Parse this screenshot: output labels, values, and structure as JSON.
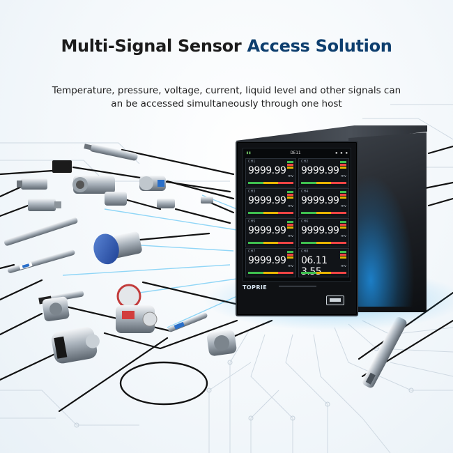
{
  "headline": {
    "part1": "Multi-Signal Sensor ",
    "part2": "Access Solution",
    "accent_color": "#0d3e6e"
  },
  "subtext": {
    "line1": "Temperature, pressure, voltage, current, liquid level and other signals can",
    "line2": "an be accessed simultaneously through one host"
  },
  "device": {
    "brand": "TOPRIE",
    "screen_title": "DE11",
    "panels": [
      {
        "channel": "CH1",
        "value": "9999.99",
        "unit": "mv"
      },
      {
        "channel": "CH2",
        "value": "9999.99",
        "unit": "mv"
      },
      {
        "channel": "CH3",
        "value": "9999.99",
        "unit": "mv"
      },
      {
        "channel": "CH4",
        "value": "9999.99",
        "unit": "mv"
      },
      {
        "channel": "CH5",
        "value": "9999.99",
        "unit": "mv"
      },
      {
        "channel": "CH6",
        "value": "9999.99",
        "unit": "mv"
      },
      {
        "channel": "CH7",
        "value": "9999.99",
        "unit": "mv"
      },
      {
        "channel": "CH8",
        "value": "06.11  3.55",
        "unit": "mv"
      }
    ]
  },
  "icons": [
    "sensor-cable-icon",
    "usb-port-icon"
  ]
}
